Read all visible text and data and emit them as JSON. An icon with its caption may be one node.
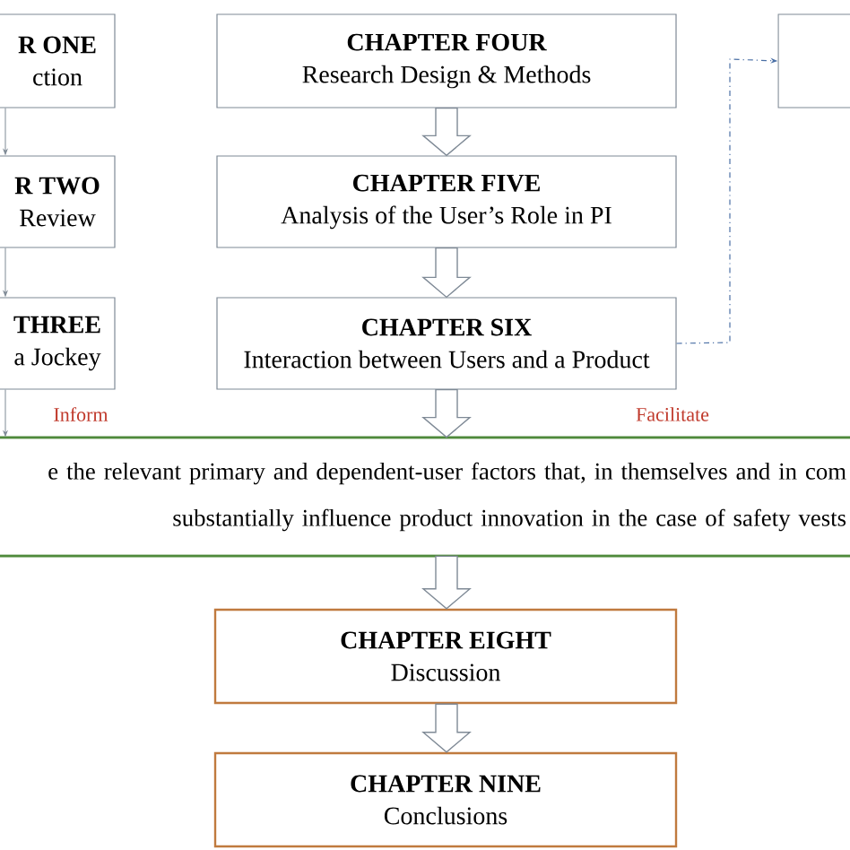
{
  "diagram": {
    "nodes": [
      {
        "text": [
          "R ONE",
          "ction"
        ]
      },
      {
        "text": [
          "R TWO",
          "Review"
        ]
      },
      {
        "text": [
          "THREE",
          "a Jockey"
        ]
      },
      {
        "text": [
          "CHAPTER FOUR",
          "Research Design & Methods"
        ]
      },
      {
        "text": [
          "CHAPTER FIVE",
          "Analysis of the User’s Role in PI"
        ]
      },
      {
        "text": [
          "CHAPTER SIX",
          "Interaction between Users and a Product"
        ]
      },
      {
        "text": [],
        "shape": "box"
      },
      {
        "text": [
          "e the relevant primary and dependent-user factors that, in themselves and in com",
          "substantially influence product innovation in the case of safety vests"
        ]
      },
      {
        "text": [
          "CHAPTER EIGHT",
          "Discussion"
        ]
      },
      {
        "text": [
          "CHAPTER NINE",
          "Conclusions"
        ]
      }
    ],
    "edges": [
      {
        "from": 0,
        "to": 1,
        "arrow": "to"
      },
      {
        "from": 1,
        "to": 2,
        "arrow": "to"
      },
      {
        "from": 2,
        "to": 7,
        "arrow": "to"
      },
      {
        "from": 3,
        "to": 4,
        "arrow": "to",
        "style": "thick"
      },
      {
        "from": 4,
        "to": 5,
        "arrow": "to",
        "style": "thick"
      },
      {
        "from": 5,
        "to": 7,
        "arrow": "to",
        "style": "thick"
      },
      {
        "from": 5,
        "to": 6,
        "arrow": "to",
        "style": "dashed",
        "color": "#4a6fa5"
      },
      {
        "from": 7,
        "to": 8,
        "arrow": "to",
        "style": "thick"
      },
      {
        "from": 8,
        "to": 9,
        "arrow": "to",
        "style": "thick"
      }
    ],
    "labels": [
      "Inform",
      "Facilitate"
    ]
  }
}
